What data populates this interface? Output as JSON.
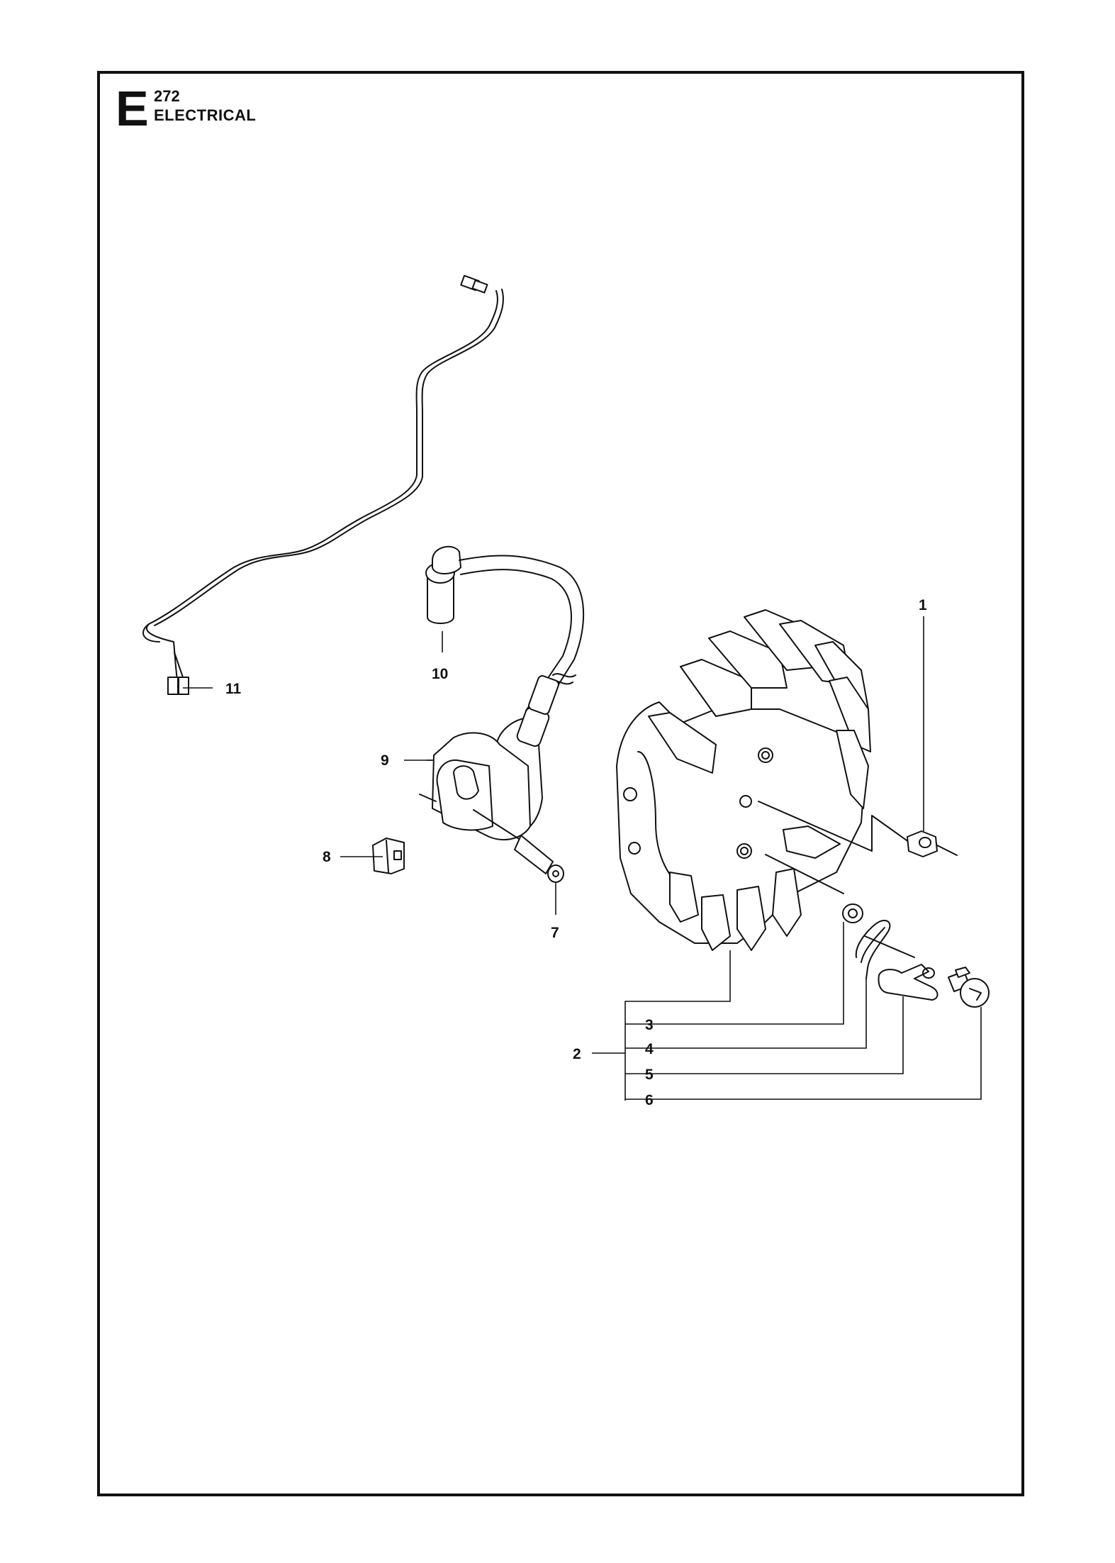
{
  "header": {
    "section_letter": "E",
    "number": "272",
    "title": "ELECTRICAL"
  },
  "callouts": [
    {
      "id": "1",
      "label": "1"
    },
    {
      "id": "2",
      "label": "2"
    },
    {
      "id": "3",
      "label": "3"
    },
    {
      "id": "4",
      "label": "4"
    },
    {
      "id": "5",
      "label": "5"
    },
    {
      "id": "6",
      "label": "6"
    },
    {
      "id": "7",
      "label": "7"
    },
    {
      "id": "8",
      "label": "8"
    },
    {
      "id": "9",
      "label": "9"
    },
    {
      "id": "10",
      "label": "10"
    },
    {
      "id": "11",
      "label": "11"
    }
  ]
}
